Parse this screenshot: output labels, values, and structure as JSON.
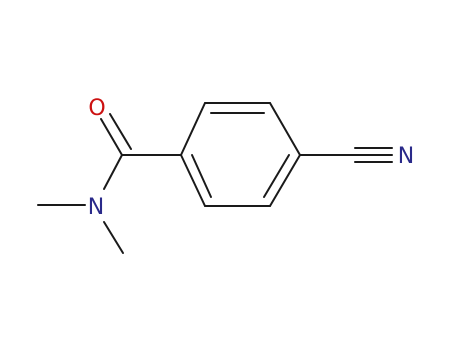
{
  "diagram": {
    "type": "chemical-structure",
    "atom_labels": {
      "oxygen": "O",
      "nitrogen_amide": "N",
      "nitrogen_nitrile": "N"
    },
    "colors": {
      "bond": "#1a1a1a",
      "oxygen": "#cc1111",
      "nitrogen": "#2a2a8a",
      "background": "#ffffff"
    }
  }
}
